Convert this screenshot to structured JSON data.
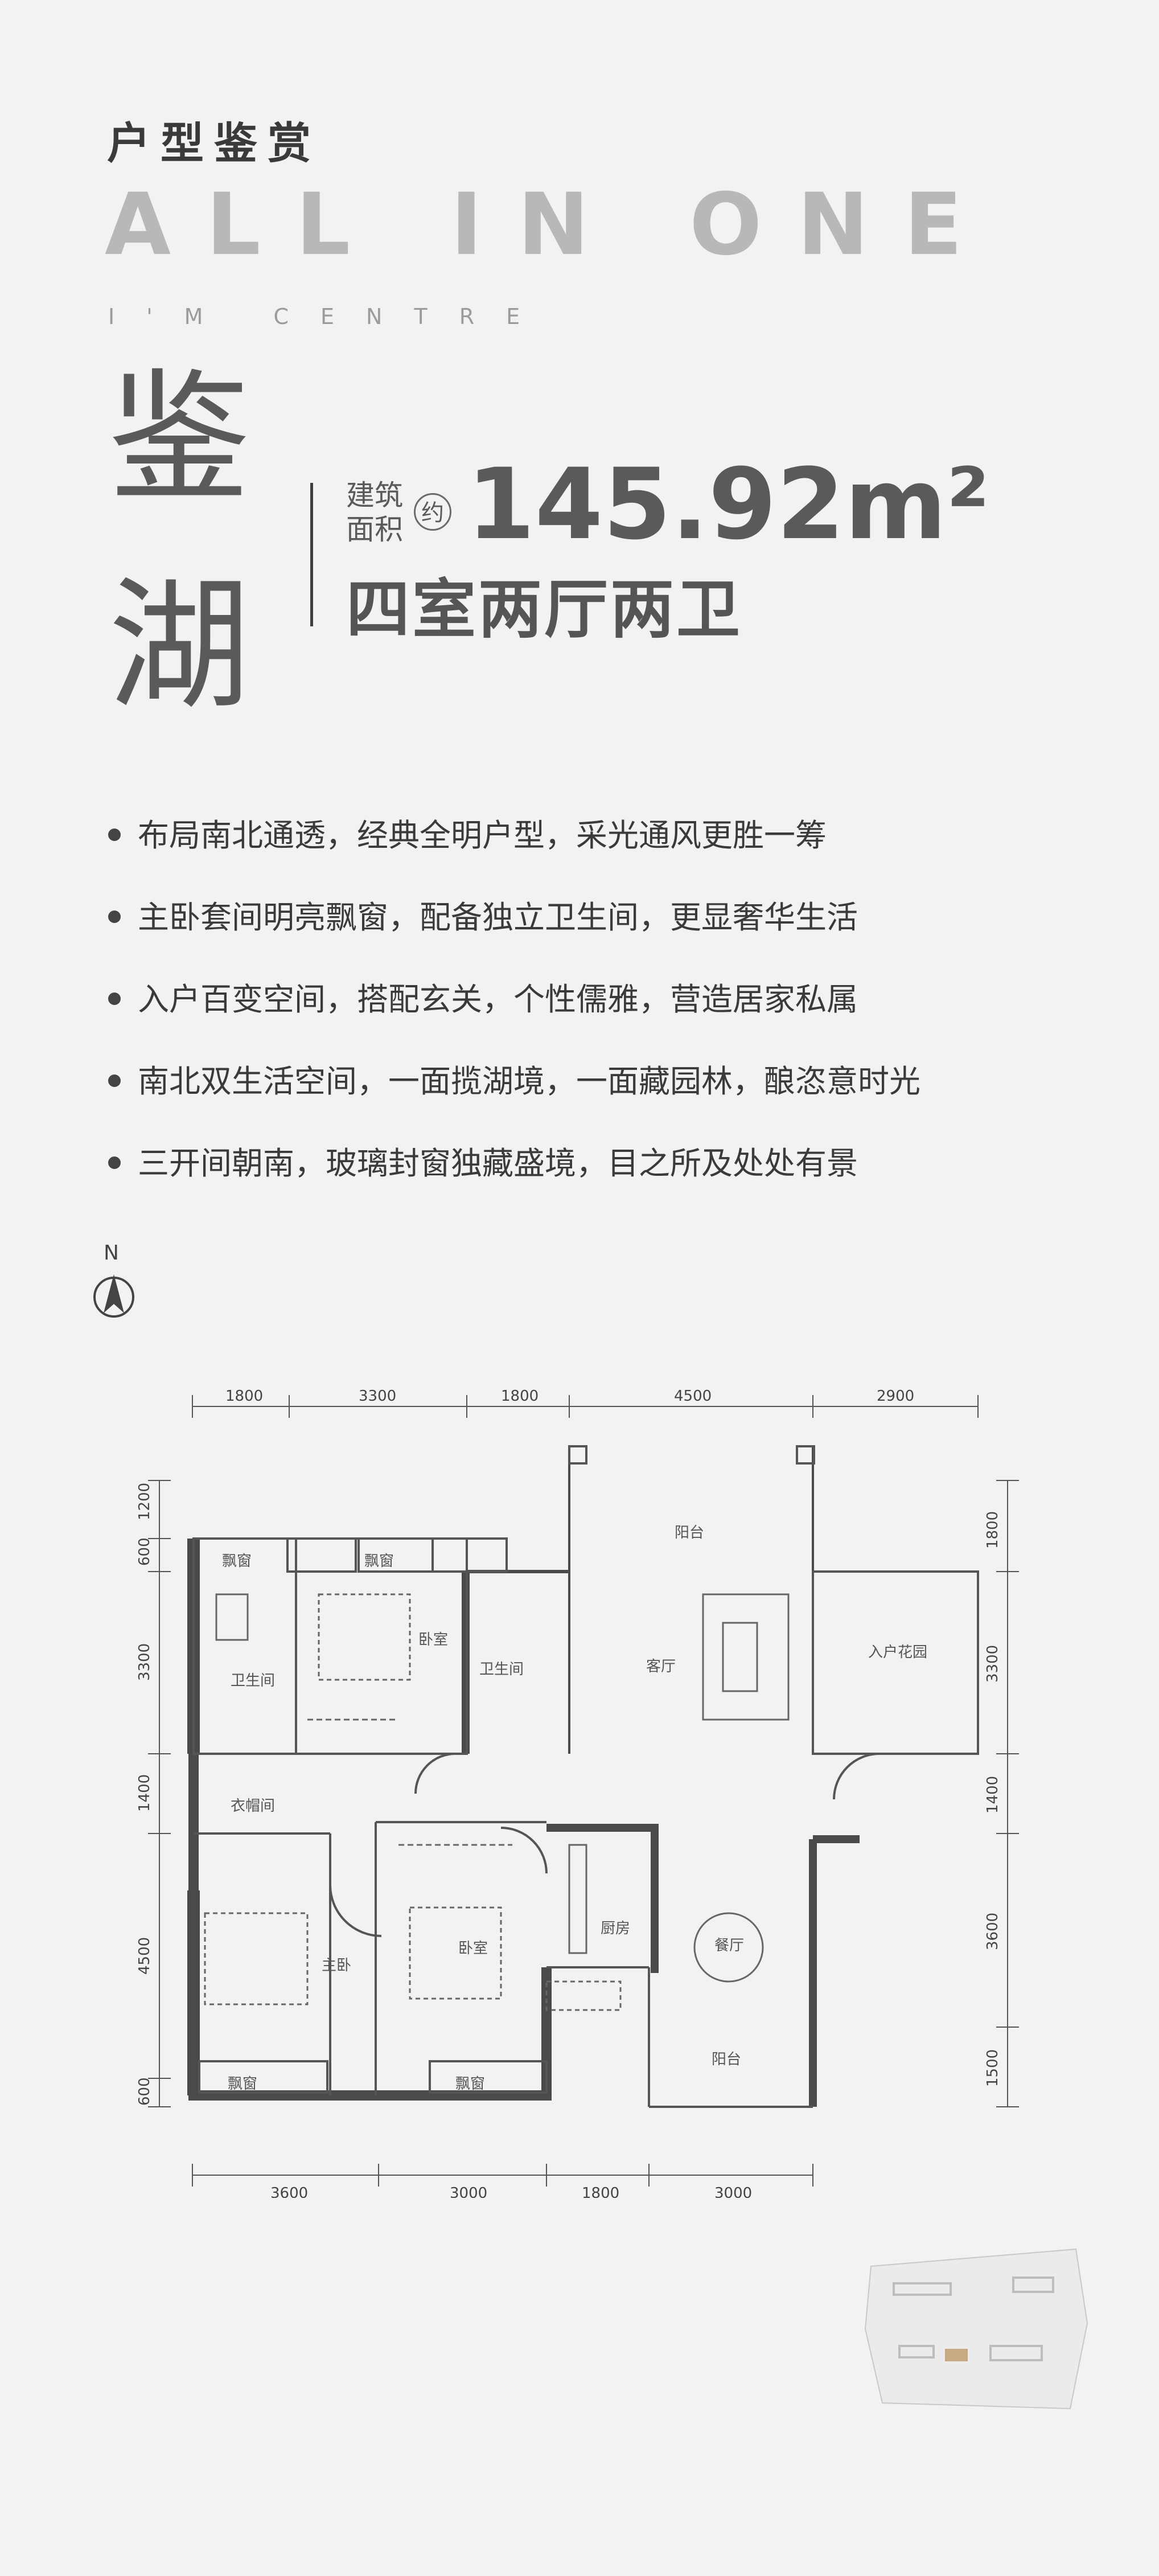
{
  "header": {
    "kicker": "户型鉴赏",
    "headline": "ALL IN ONE",
    "subline": "I'M CENTRE"
  },
  "unit": {
    "name_char_1": "鉴",
    "name_char_2": "湖",
    "area_label": "建筑面积",
    "approx": "约",
    "area_value": "145.92m²",
    "layout": "四室两厅两卫"
  },
  "features": [
    "布局南北通透，经典全明户型，采光通风更胜一筹",
    "主卧套间明亮飘窗，配备独立卫生间，更显奢华生活",
    "入户百变空间，搭配玄关，个性儒雅，营造居家私属",
    "南北双生活空间，一面揽湖境，一面藏园林，酿恣意时光",
    "三开间朝南，玻璃封窗独藏盛境，目之所及处处有景"
  ],
  "compass": {
    "north": "N"
  },
  "floorplan": {
    "dims_top": [
      "1800",
      "3300",
      "1800",
      "4500",
      "2900"
    ],
    "dims_bottom": [
      "3600",
      "3000",
      "1800",
      "3000"
    ],
    "dims_left": [
      "1200",
      "600",
      "3300",
      "1400",
      "4500",
      "600"
    ],
    "dims_right": [
      "1800",
      "3300",
      "1400",
      "3600",
      "1500"
    ],
    "rooms": {
      "bay_window_1": "飘窗",
      "bay_window_2": "飘窗",
      "bay_window_3": "飘窗",
      "bay_window_4": "飘窗",
      "bathroom_1": "卫生间",
      "bedroom_1": "卧室",
      "bathroom_2": "卫生间",
      "balcony_north": "阳台",
      "living_room": "客厅",
      "entry_garden": "入户花园",
      "closet": "衣帽间",
      "master_bedroom": "主卧",
      "bedroom_2": "卧室",
      "kitchen": "厨房",
      "dining_room": "餐厅",
      "balcony_south": "阳台"
    }
  },
  "colors": {
    "text_dark": "#3a3a3a",
    "headline_grey": "#b8b8bb",
    "wall": "#4a4a4a",
    "background": "#f2f2f3"
  }
}
